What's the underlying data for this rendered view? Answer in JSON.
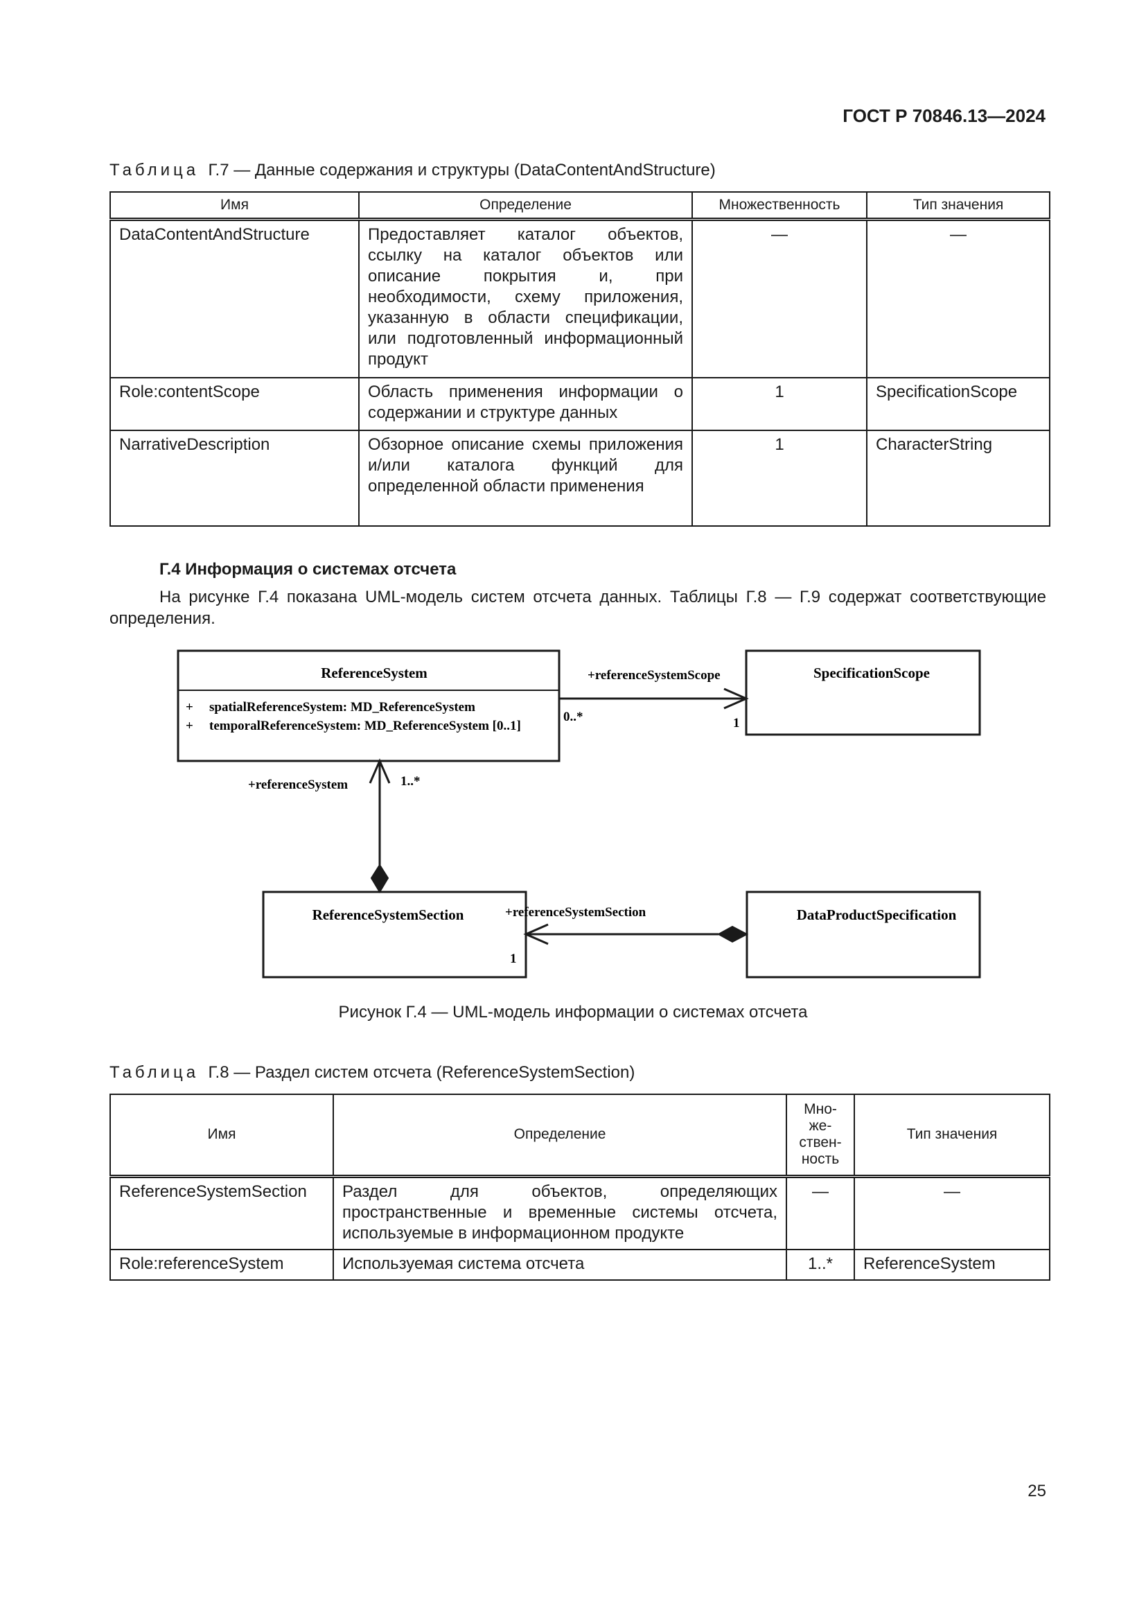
{
  "header": {
    "doc_code": "ГОСТ Р 70846.13—2024"
  },
  "table7": {
    "caption_label": "Таблица",
    "caption_text": "Г.7 — Данные содержания и структуры (DataContentAndStructure)",
    "columns": [
      "Имя",
      "Определение",
      "Множественность",
      "Тип значения"
    ],
    "rows": [
      {
        "name": "DataContentAndStructure",
        "definition": "Предоставляет каталог объектов, ссылку на каталог объектов или описание покрытия и, при необходимости, схему приложения, указанную в области спецификации, или подготовленный информационный продукт",
        "multiplicity": "—",
        "type": "—"
      },
      {
        "name": "Role:contentScope",
        "definition": "Область применения информации о содержании и структуре данных",
        "multiplicity": "1",
        "type": "SpecificationScope"
      },
      {
        "name": "NarrativeDescription",
        "definition": "Обзорное описание схемы приложения и/или каталога функций для определенной области применения",
        "multiplicity": "1",
        "type": "CharacterString"
      }
    ]
  },
  "section": {
    "title": "Г.4 Информация о системах отсчета",
    "paragraph": "На рисунке Г.4 показана UML-модель систем отсчета данных. Таблицы Г.8 — Г.9 содержат соответствующие определения."
  },
  "diagram": {
    "classes": {
      "reference_system": "ReferenceSystem",
      "specification_scope": "SpecificationScope",
      "reference_system_section": "ReferenceSystemSection",
      "data_product_specification": "DataProductSpecification"
    },
    "attributes": [
      {
        "vis": "+",
        "text": "spatialReferenceSystem: MD_ReferenceSystem"
      },
      {
        "vis": "+",
        "text": "temporalReferenceSystem: MD_ReferenceSystem [0..1]"
      }
    ],
    "roles": {
      "scope_role": "+referenceSystemScope",
      "scope_mult_source": "0..*",
      "scope_mult_target": "1",
      "system_role": "+referenceSystem",
      "system_mult": "1..*",
      "section_role": "+referenceSystemSection",
      "section_mult": "1"
    },
    "caption": "Рисунок Г.4 — UML-модель информации о системах отсчета"
  },
  "table8": {
    "caption_label": "Таблица",
    "caption_text": "Г.8 — Раздел систем отсчета (ReferenceSystemSection)",
    "columns": [
      "Имя",
      "Определение",
      "Мно-\nже-\nствен-\nность",
      "Тип значения"
    ],
    "rows": [
      {
        "name": "ReferenceSystemSection",
        "definition": "Раздел для объектов, определяющих пространственные и временные системы отсчета, используемые в информационном продукте",
        "multiplicity": "—",
        "type": "—"
      },
      {
        "name": "Role:referenceSystem",
        "definition": "Используемая система отсчета",
        "multiplicity": "1..*",
        "type": "ReferenceSystem"
      }
    ]
  },
  "page": {
    "number": "25"
  }
}
